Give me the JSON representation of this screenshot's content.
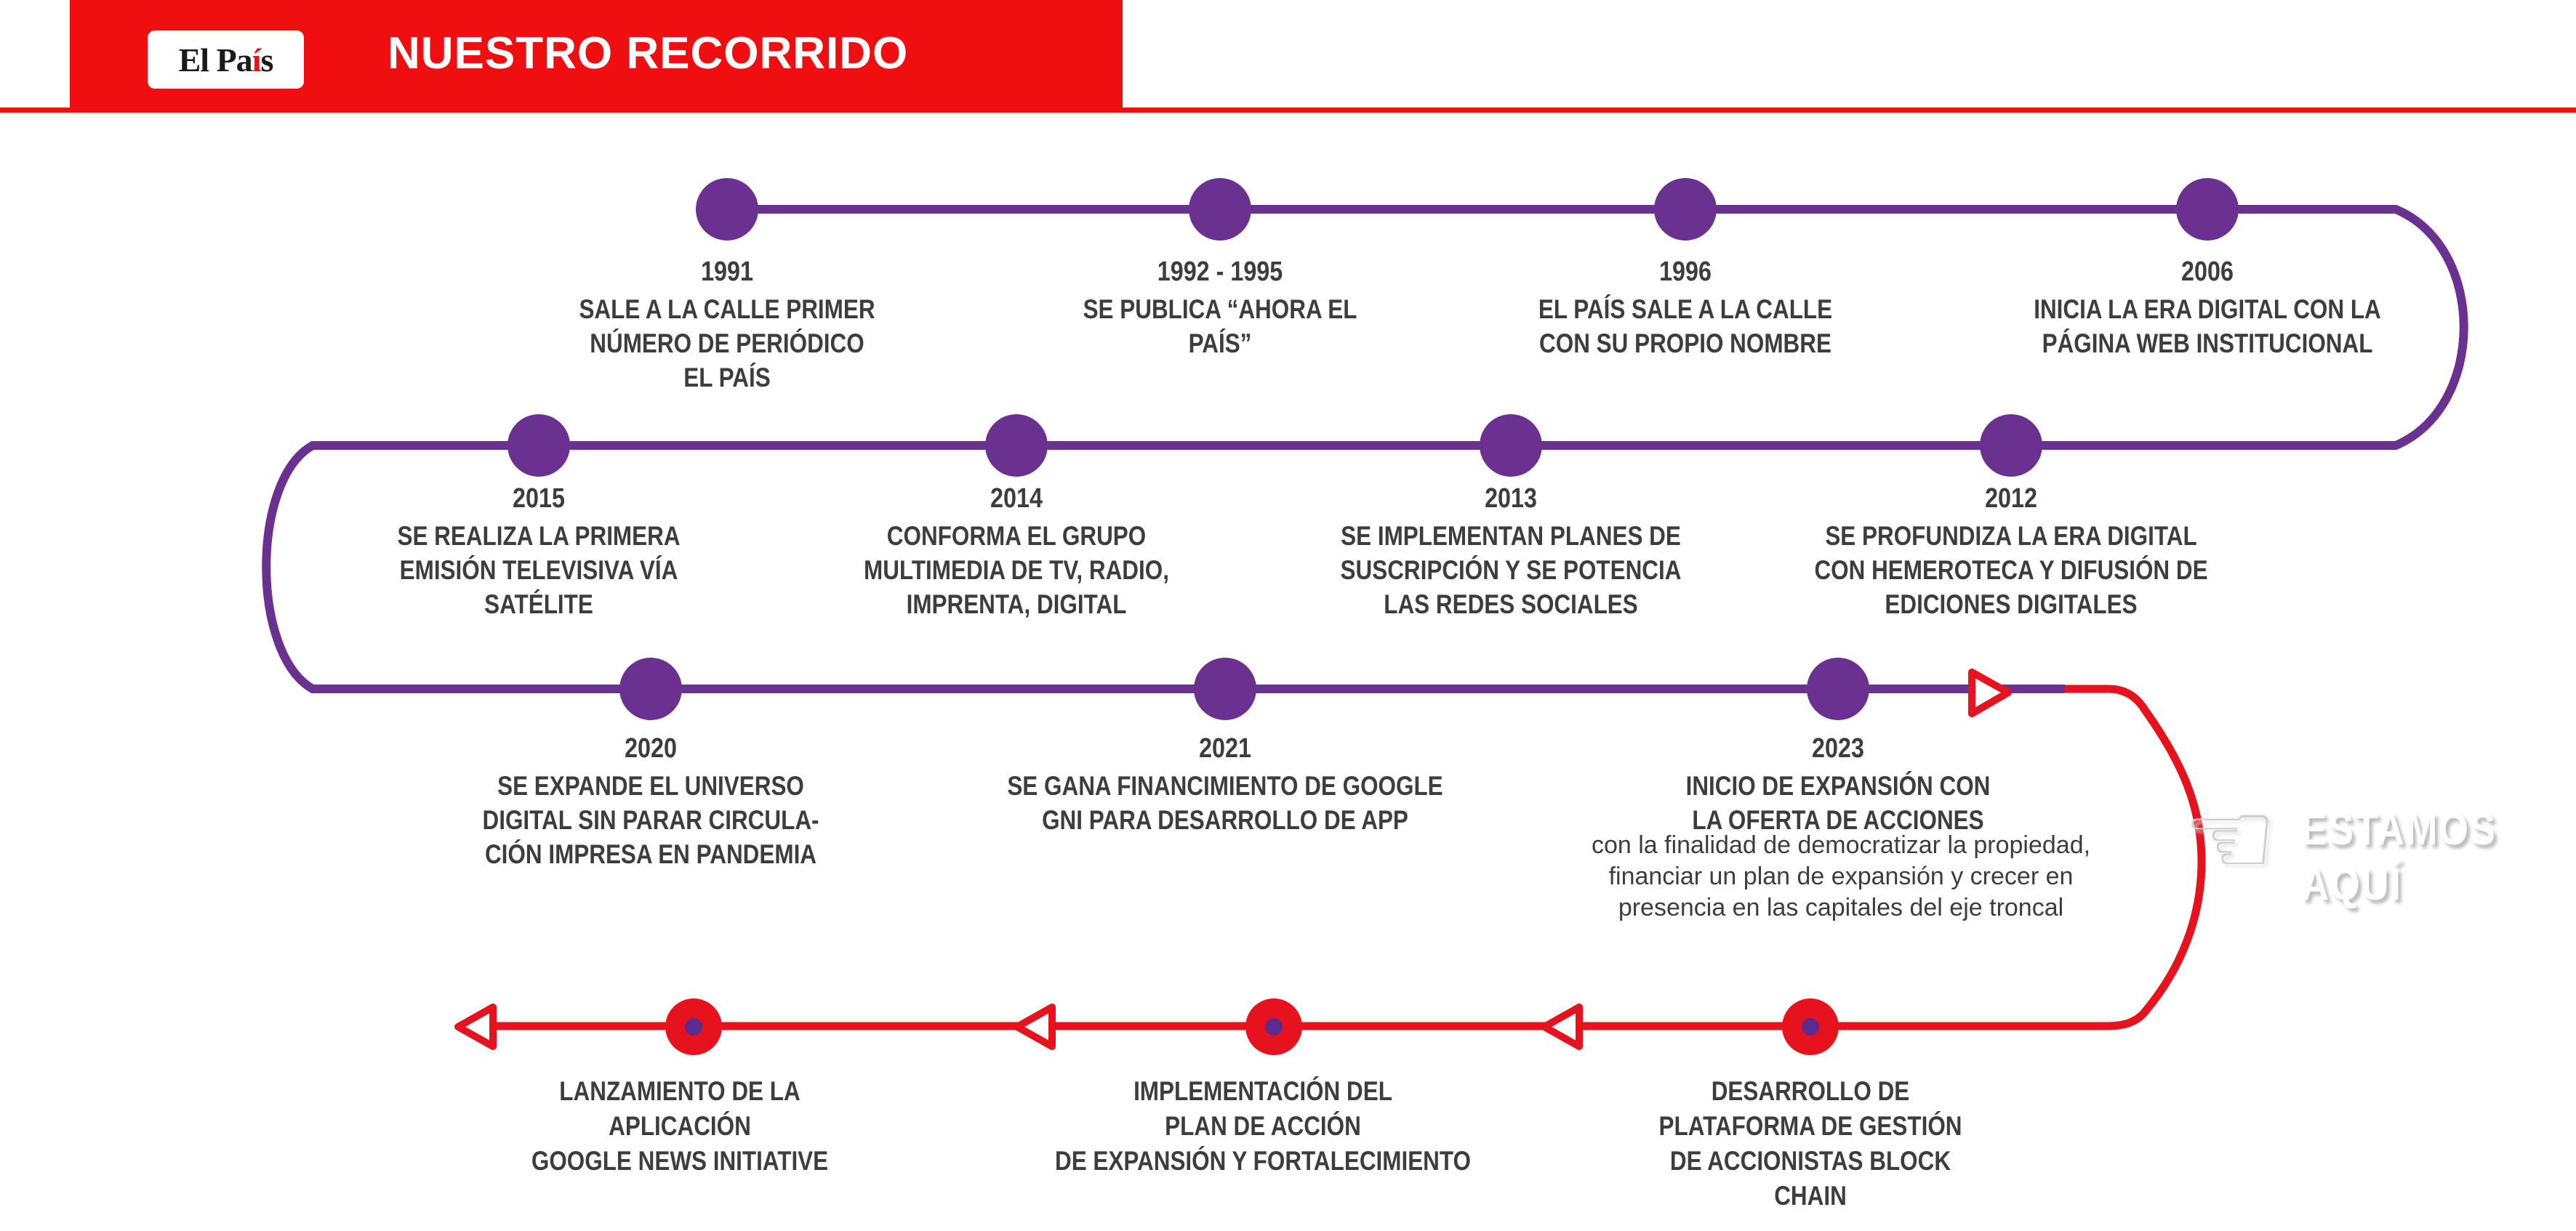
{
  "header": {
    "logo": {
      "pre": "El Pa",
      "accent": "í",
      "post": "s"
    },
    "title": "NUESTRO RECORRIDO"
  },
  "colors": {
    "header_red": "#ef0f10",
    "timeline_purple": "#6b3191",
    "timeline_red": "#e6131f",
    "inner_dot_purple": "#5b2c90",
    "text_dark": "#3d3d3d"
  },
  "here_marker": {
    "hand_glyph": "☜",
    "line1": "ESTAMOS",
    "line2": "AQUÍ"
  },
  "timeline": {
    "events": [
      {
        "year": "1991",
        "lines": [
          "SALE A LA CALLE PRIMER",
          "NÚMERO DE PERIÓDICO",
          "EL PAÍS"
        ]
      },
      {
        "year": "1992 - 1995",
        "lines": [
          "SE PUBLICA “AHORA EL",
          "PAÍS”"
        ]
      },
      {
        "year": "1996",
        "lines": [
          "EL PAÍS SALE A LA CALLE",
          "CON SU PROPIO NOMBRE"
        ]
      },
      {
        "year": "2006",
        "lines": [
          "INICIA LA ERA DIGITAL CON LA",
          "PÁGINA WEB INSTITUCIONAL"
        ]
      },
      {
        "year": "2015",
        "lines": [
          "SE REALIZA LA PRIMERA",
          "EMISIÓN TELEVISIVA VÍA",
          "SATÉLITE"
        ]
      },
      {
        "year": "2014",
        "lines": [
          "CONFORMA EL GRUPO",
          "MULTIMEDIA DE TV, RADIO,",
          "IMPRENTA, DIGITAL"
        ]
      },
      {
        "year": "2013",
        "lines": [
          "SE IMPLEMENTAN PLANES DE",
          "SUSCRIPCIÓN Y SE POTENCIA",
          "LAS REDES SOCIALES"
        ]
      },
      {
        "year": "2012",
        "lines": [
          "SE PROFUNDIZA LA ERA DIGITAL",
          "CON HEMEROTECA Y DIFUSIÓN DE",
          "EDICIONES DIGITALES"
        ]
      },
      {
        "year": "2020",
        "lines": [
          "SE EXPANDE EL UNIVERSO",
          "DIGITAL SIN PARAR CIRCULA-",
          "CIÓN IMPRESA EN PANDEMIA"
        ]
      },
      {
        "year": "2021",
        "lines": [
          "SE GANA FINANCIMIENTO DE GOOGLE",
          "GNI PARA DESARROLLO DE APP"
        ]
      },
      {
        "year": "2023",
        "lines": [
          "INICIO DE EXPANSIÓN CON",
          "LA OFERTA DE ACCIONES"
        ],
        "details": [
          "con la finalidad de democratizar la propiedad,",
          "financiar un plan de expansión y crecer en",
          "presencia en las capitales del eje troncal"
        ]
      },
      {
        "lines": [
          "LANZAMIENTO DE LA",
          "APLICACIÓN",
          "GOOGLE NEWS INITIATIVE"
        ]
      },
      {
        "lines": [
          "IMPLEMENTACIÓN DEL",
          "PLAN DE ACCIÓN",
          "DE EXPANSIÓN Y FORTALECIMIENTO"
        ]
      },
      {
        "lines": [
          "DESARROLLO DE",
          "PLATAFORMA DE GESTIÓN",
          "DE ACCIONISTAS BLOCK",
          "CHAIN"
        ]
      }
    ]
  }
}
